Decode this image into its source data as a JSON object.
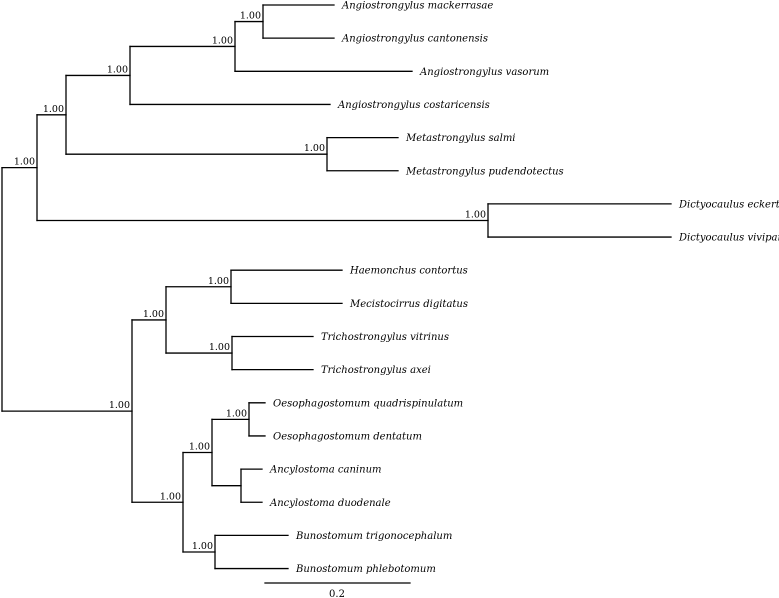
{
  "tree": {
    "type": "phylogram",
    "nodes": [
      {
        "id": "n_root",
        "parent": null,
        "support": null
      },
      {
        "id": "n_strongylida_a",
        "parent": "n_root",
        "support": "1.00"
      },
      {
        "id": "n_angio_metastr",
        "parent": "n_strongylida_a",
        "support": "1.00"
      },
      {
        "id": "n_angio_all",
        "parent": "n_angio_metastr",
        "support": "1.00"
      },
      {
        "id": "n_angio_three",
        "parent": "n_angio_all",
        "support": "1.00"
      },
      {
        "id": "n_angio_pair",
        "parent": "n_angio_three",
        "support": "1.00"
      },
      {
        "id": "t_mackerrasae",
        "parent": "n_angio_pair",
        "label": "Angiostrongylus mackerrasae"
      },
      {
        "id": "t_cantonensis",
        "parent": "n_angio_pair",
        "label": "Angiostrongylus cantonensis"
      },
      {
        "id": "t_vasorum",
        "parent": "n_angio_three",
        "label": "Angiostrongylus vasorum"
      },
      {
        "id": "t_costaricensis",
        "parent": "n_angio_all",
        "label": "Angiostrongylus costaricensis"
      },
      {
        "id": "n_metastr",
        "parent": "n_angio_metastr",
        "support": "1.00"
      },
      {
        "id": "t_salmi",
        "parent": "n_metastr",
        "label": "Metastrongylus salmi"
      },
      {
        "id": "t_pudendotectus",
        "parent": "n_metastr",
        "label": "Metastrongylus pudendotectus"
      },
      {
        "id": "n_dictyo",
        "parent": "n_strongylida_a",
        "support": "1.00"
      },
      {
        "id": "t_eckerti",
        "parent": "n_dictyo",
        "label": "Dictyocaulus eckerti"
      },
      {
        "id": "t_viviparus",
        "parent": "n_dictyo",
        "label": "Dictyocaulus viviparus"
      },
      {
        "id": "n_strongylida_b",
        "parent": "n_root",
        "support": "1.00"
      },
      {
        "id": "n_trichostr",
        "parent": "n_strongylida_b",
        "support": "1.00"
      },
      {
        "id": "n_haem_mec",
        "parent": "n_trichostr",
        "support": "1.00"
      },
      {
        "id": "t_haemonchus",
        "parent": "n_haem_mec",
        "label": "Haemonchus contortus"
      },
      {
        "id": "t_mecistocirrus",
        "parent": "n_haem_mec",
        "label": "Mecistocirrus digitatus"
      },
      {
        "id": "n_trich_pair",
        "parent": "n_trichostr",
        "support": "1.00"
      },
      {
        "id": "t_vitrinus",
        "parent": "n_trich_pair",
        "label": "Trichostrongylus vitrinus"
      },
      {
        "id": "t_axei",
        "parent": "n_trich_pair",
        "label": "Trichostrongylus axei"
      },
      {
        "id": "n_ancyl_group",
        "parent": "n_strongylida_b",
        "support": "1.00"
      },
      {
        "id": "n_oeso_ancyl",
        "parent": "n_ancyl_group",
        "support": "1.00"
      },
      {
        "id": "n_oeso",
        "parent": "n_oeso_ancyl",
        "support": "1.00"
      },
      {
        "id": "t_quadrispinulatum",
        "parent": "n_oeso",
        "label": "Oesophagostomum quadrispinulatum"
      },
      {
        "id": "t_dentatum",
        "parent": "n_oeso",
        "label": "Oesophagostomum dentatum"
      },
      {
        "id": "n_ancylostoma",
        "parent": "n_oeso_ancyl",
        "support": null
      },
      {
        "id": "t_caninum",
        "parent": "n_ancylostoma",
        "label": "Ancylostoma caninum"
      },
      {
        "id": "t_duodenale",
        "parent": "n_ancylostoma",
        "label": "Ancylostoma duodenale"
      },
      {
        "id": "n_bunostomum",
        "parent": "n_ancyl_group",
        "support": "1.00"
      },
      {
        "id": "t_trigonocephalum",
        "parent": "n_bunostomum",
        "label": "Bunostomum trigonocephalum"
      },
      {
        "id": "t_phlebotomum",
        "parent": "n_bunostomum",
        "label": "Bunostomum phlebotomum"
      }
    ],
    "scale_bar": {
      "label": "0.2"
    }
  }
}
